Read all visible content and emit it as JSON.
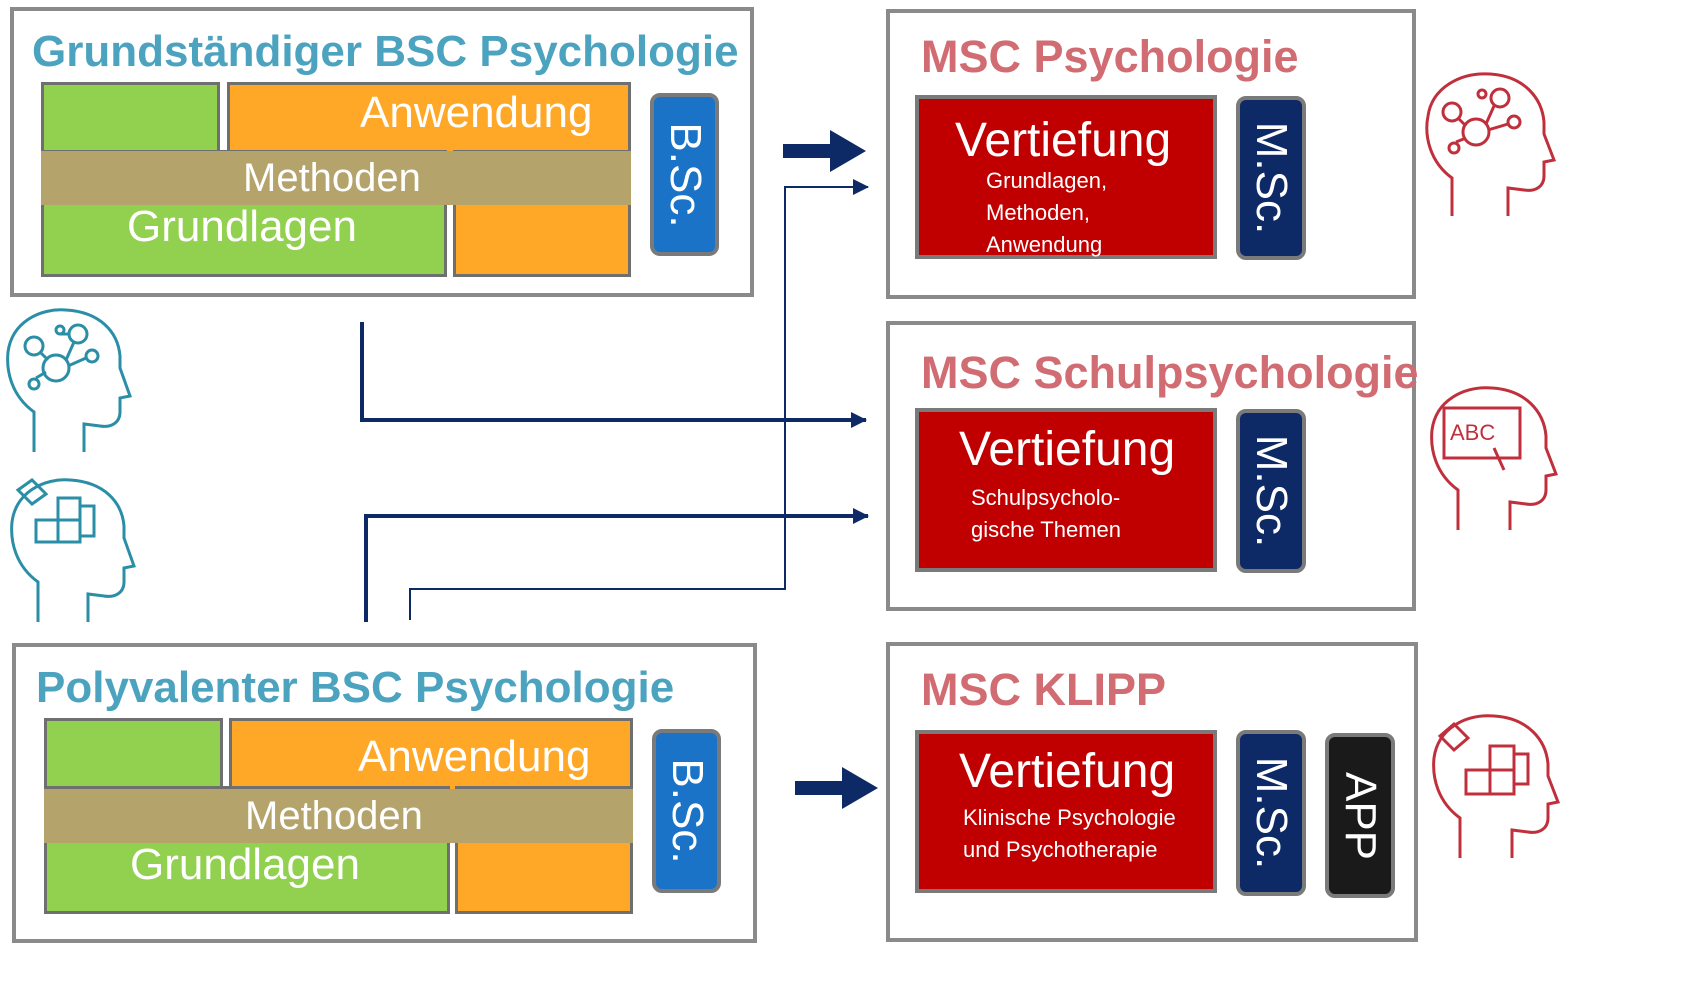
{
  "bsc_grundstaendig": {
    "title": "Grundständiger BSC Psychologie",
    "anwendung": "Anwendung",
    "methoden": "Methoden",
    "grundlagen": "Grundlagen",
    "badge": "B.Sc."
  },
  "bsc_polyvalent": {
    "title": "Polyvalenter BSC Psychologie",
    "anwendung": "Anwendung",
    "methoden": "Methoden",
    "grundlagen": "Grundlagen",
    "badge": "B.Sc."
  },
  "msc_psychologie": {
    "title": "MSC Psychologie",
    "vertiefung": "Vertiefung",
    "sub_lines": [
      "Grundlagen,",
      "Methoden,",
      "Anwendung"
    ],
    "badge": "M.Sc."
  },
  "msc_schulpsychologie": {
    "title": "MSC Schulpsychologie",
    "vertiefung": "Vertiefung",
    "sub_lines": [
      "Schulpsycholo-",
      "gische Themen"
    ],
    "badge": "M.Sc."
  },
  "msc_klipp": {
    "title": "MSC KLIPP",
    "vertiefung": "Vertiefung",
    "sub_lines": [
      "Klinische Psychologie",
      "und Psychotherapie"
    ],
    "badge": "M.Sc.",
    "badge2": "APP"
  },
  "icons": {
    "msc_psychologie": "brain-network-head-icon",
    "msc_schulpsychologie": "abc-board-head-icon",
    "msc_klipp": "puzzle-head-icon",
    "left_top": "brain-network-head-icon",
    "left_bottom": "puzzle-head-icon"
  },
  "colors": {
    "bsc_title": "#4ba3bf",
    "msc_title": "#d06c72",
    "green": "#92d050",
    "orange": "#ffa726",
    "methoden": "#b4a46c",
    "bsc_badge": "#1a73c6",
    "msc_badge": "#0d2a66",
    "app_badge": "#1a1a1a",
    "vertiefung": "#c00000",
    "arrow": "#0d2a66",
    "icon_left": "#2a8fa6",
    "icon_right": "#c0303c"
  }
}
